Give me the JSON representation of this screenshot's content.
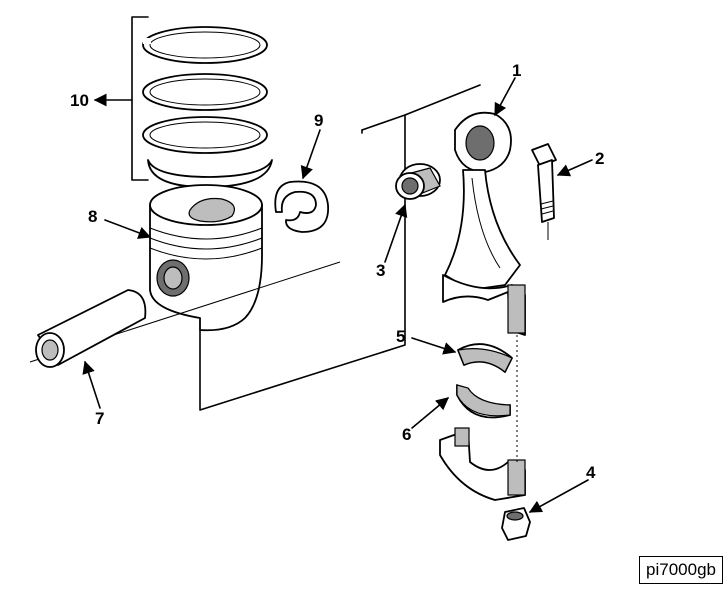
{
  "figure_ref": "pi7000gb",
  "callouts": [
    {
      "id": "1",
      "label": "1",
      "part": "connecting-rod"
    },
    {
      "id": "2",
      "label": "2",
      "part": "rod-bolt"
    },
    {
      "id": "3",
      "label": "3",
      "part": "small-end-bushing"
    },
    {
      "id": "4",
      "label": "4",
      "part": "rod-nut"
    },
    {
      "id": "5",
      "label": "5",
      "part": "upper-bearing-shell"
    },
    {
      "id": "6",
      "label": "6",
      "part": "lower-bearing-shell"
    },
    {
      "id": "7",
      "label": "7",
      "part": "piston-pin"
    },
    {
      "id": "8",
      "label": "8",
      "part": "piston"
    },
    {
      "id": "9",
      "label": "9",
      "part": "retaining-ring"
    },
    {
      "id": "10",
      "label": "10",
      "part": "piston-rings"
    }
  ]
}
